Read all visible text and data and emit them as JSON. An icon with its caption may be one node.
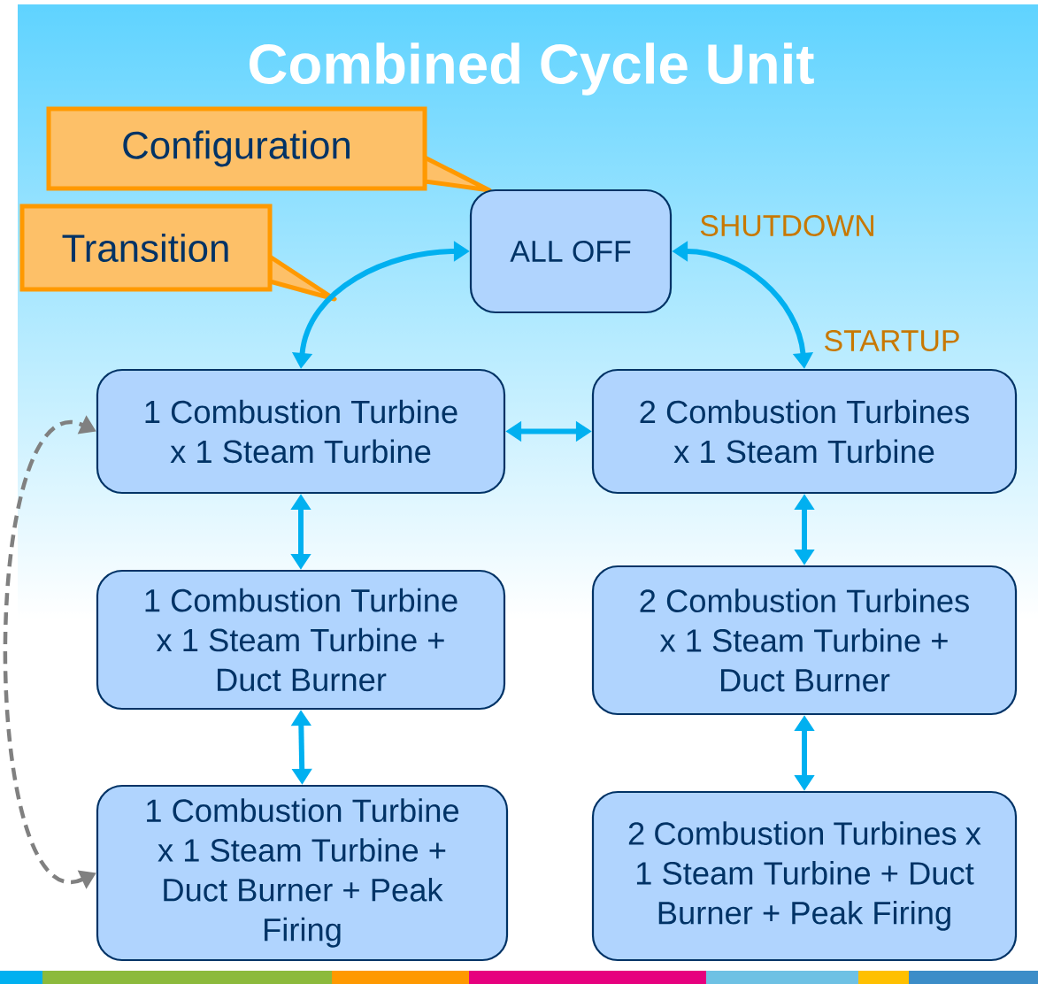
{
  "diagram": {
    "title": "Combined Cycle Unit",
    "nodes": [
      {
        "text": [
          "Configuration"
        ]
      },
      {
        "text": [
          "Transition"
        ]
      },
      {
        "text": [
          "ALL OFF"
        ]
      },
      {
        "text": [
          "1 Combustion Turbine x 1 Steam Turbine"
        ]
      },
      {
        "text": [
          "2 Combustion Turbines x 1 Steam Turbine"
        ]
      },
      {
        "text": [
          "1 Combustion Turbine x 1 Steam Turbine + Duct Burner"
        ]
      },
      {
        "text": [
          "2 Combustion Turbines x 1 Steam Turbine + Duct Burner"
        ]
      },
      {
        "text": [
          "1 Combustion Turbine x 1 Steam Turbine + Duct Burner + Peak Firing"
        ]
      },
      {
        "text": [
          "2 Combustion Turbines x 1 Steam Turbine + Duct Burner + Peak Firing"
        ]
      }
    ],
    "edges": [
      {
        "from": 2,
        "to": 3,
        "arrow": "both"
      },
      {
        "from": 2,
        "to": 4,
        "arrow": "both"
      },
      {
        "from": 3,
        "to": 4,
        "arrow": "both"
      },
      {
        "from": 3,
        "to": 5,
        "arrow": "both"
      },
      {
        "from": 4,
        "to": 6,
        "arrow": "both"
      },
      {
        "from": 5,
        "to": 7,
        "arrow": "both"
      },
      {
        "from": 6,
        "to": 8,
        "arrow": "both"
      },
      {
        "from": 7,
        "to": 3,
        "arrow": "both",
        "style": "dashed",
        "color": "#808080"
      }
    ],
    "labels": [
      "SHUTDOWN",
      "STARTUP"
    ]
  }
}
